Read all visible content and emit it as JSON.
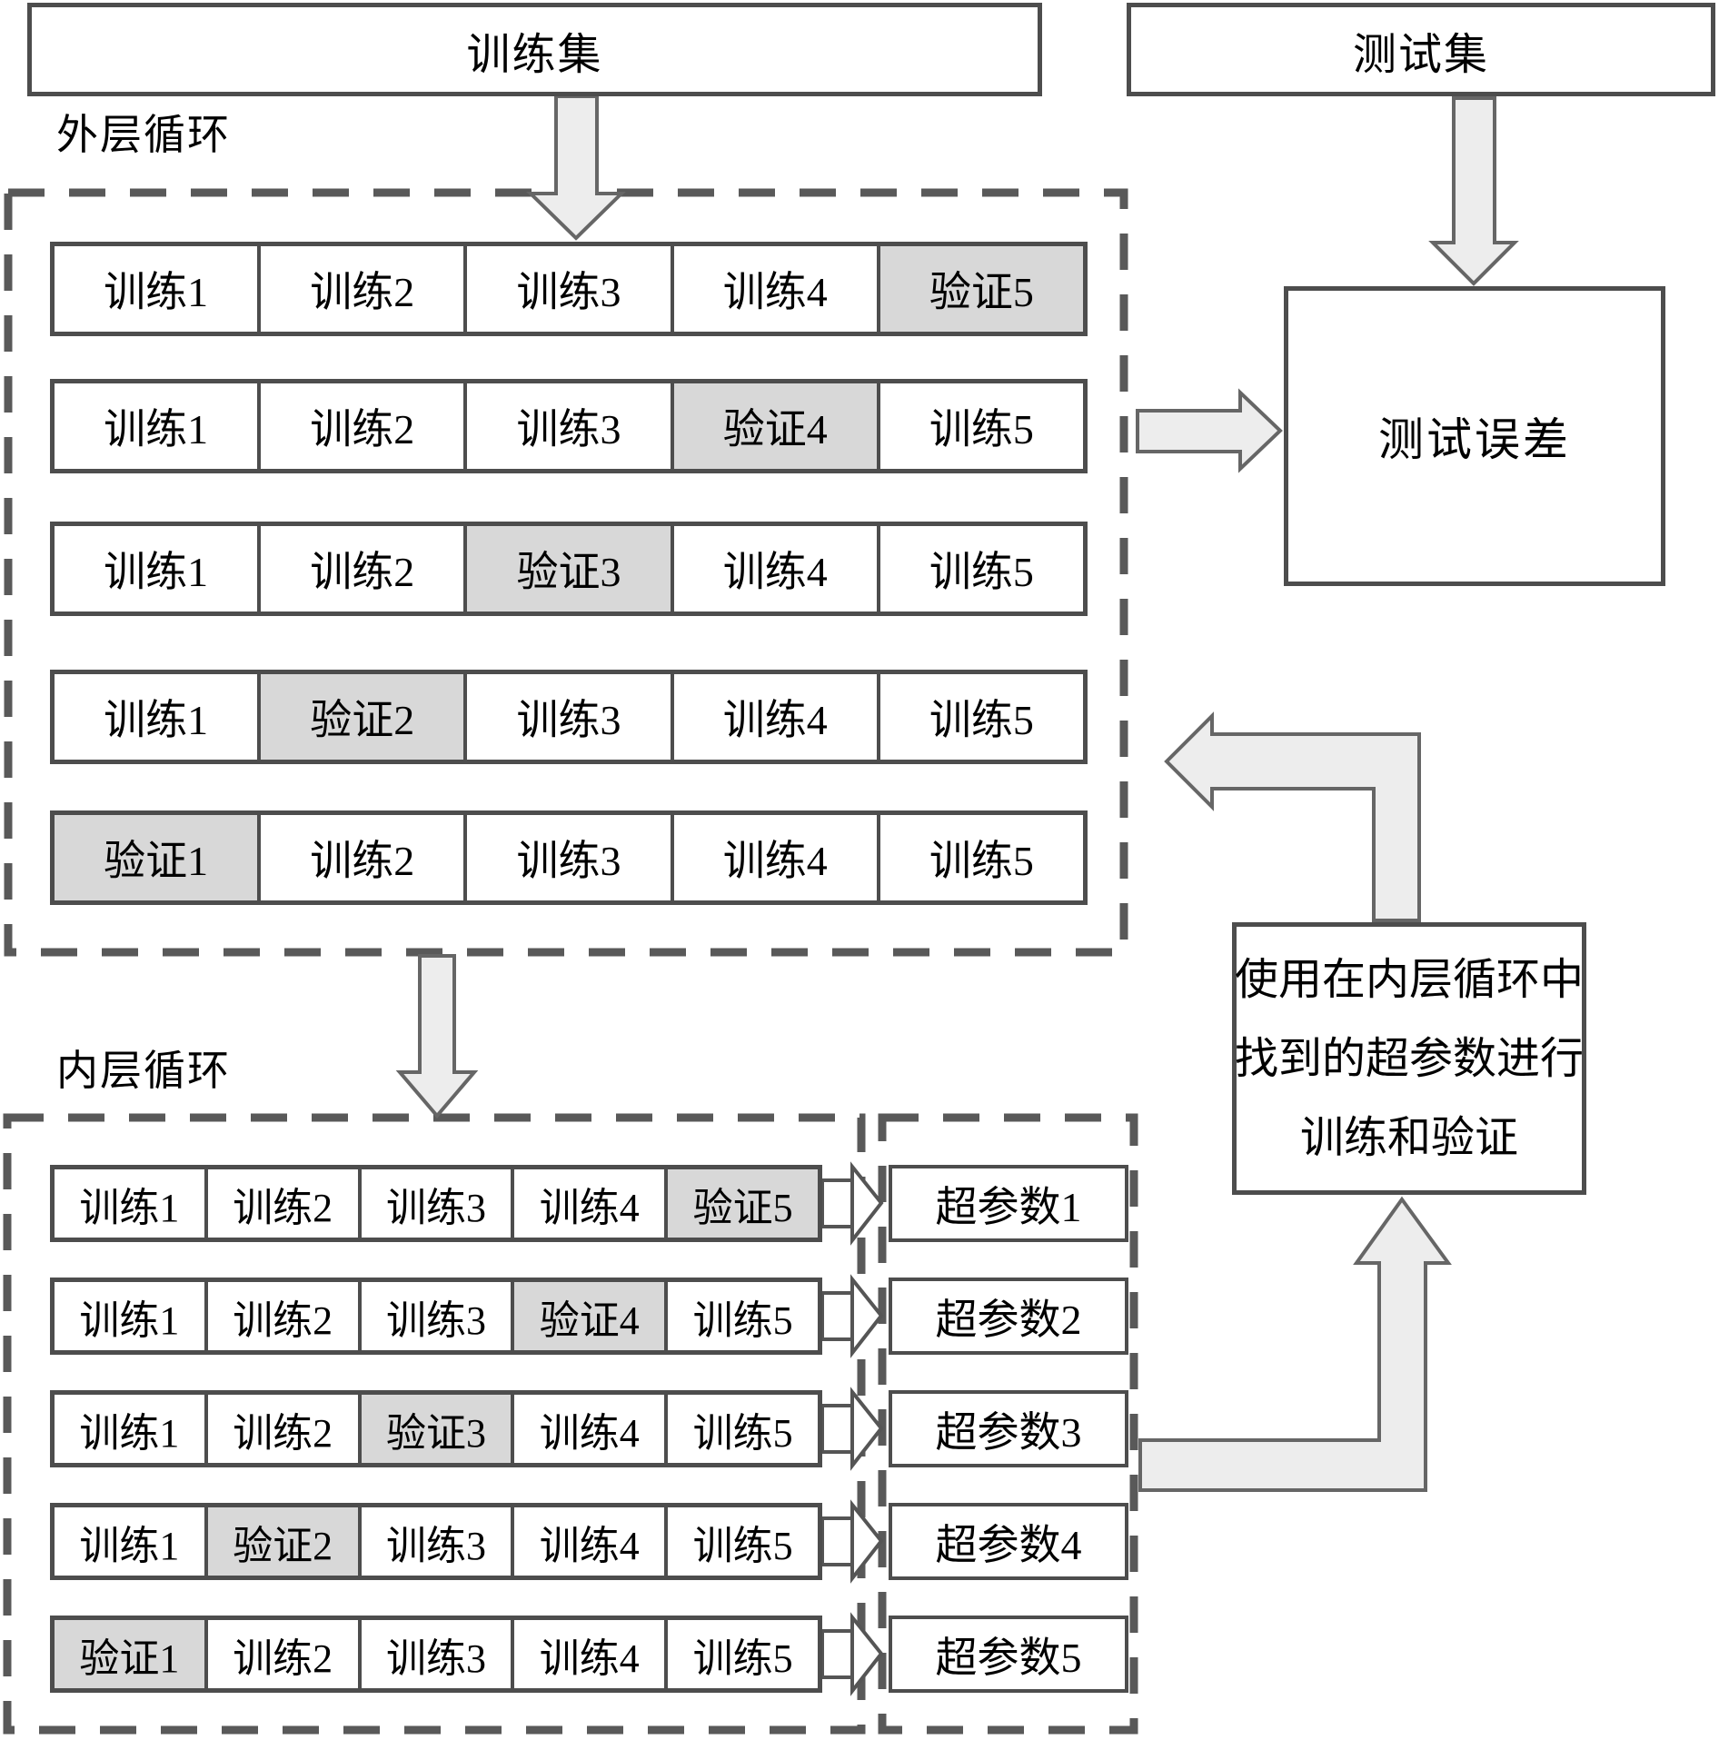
{
  "header": {
    "train_set": "训练集",
    "test_set": "测试集"
  },
  "outer_loop": {
    "label": "外层循环",
    "rows": [
      [
        "训练1",
        "训练2",
        "训练3",
        "训练4",
        "验证5"
      ],
      [
        "训练1",
        "训练2",
        "训练3",
        "验证4",
        "训练5"
      ],
      [
        "训练1",
        "训练2",
        "验证3",
        "训练4",
        "训练5"
      ],
      [
        "训练1",
        "验证2",
        "训练3",
        "训练4",
        "训练5"
      ],
      [
        "验证1",
        "训练2",
        "训练3",
        "训练4",
        "训练5"
      ]
    ]
  },
  "inner_loop": {
    "label": "内层循环",
    "rows": [
      [
        "训练1",
        "训练2",
        "训练3",
        "训练4",
        "验证5"
      ],
      [
        "训练1",
        "训练2",
        "训练3",
        "验证4",
        "训练5"
      ],
      [
        "训练1",
        "训练2",
        "验证3",
        "训练4",
        "训练5"
      ],
      [
        "训练1",
        "验证2",
        "训练3",
        "训练4",
        "训练5"
      ],
      [
        "验证1",
        "训练2",
        "训练3",
        "训练4",
        "训练5"
      ]
    ]
  },
  "hyperparams": {
    "items": [
      "超参数1",
      "超参数2",
      "超参数3",
      "超参数4",
      "超参数5"
    ]
  },
  "test_error": {
    "label": "测试误差"
  },
  "note": {
    "lines": [
      "使用在内层循环中",
      "找到的超参数进行",
      "训练和验证"
    ]
  },
  "colors": {
    "line": "#4d4d4d",
    "dashed_line": "#595959",
    "validation_fill": "#d8d8d8",
    "arrow_fill": "#ededed",
    "arrow_stroke": "#666666"
  }
}
